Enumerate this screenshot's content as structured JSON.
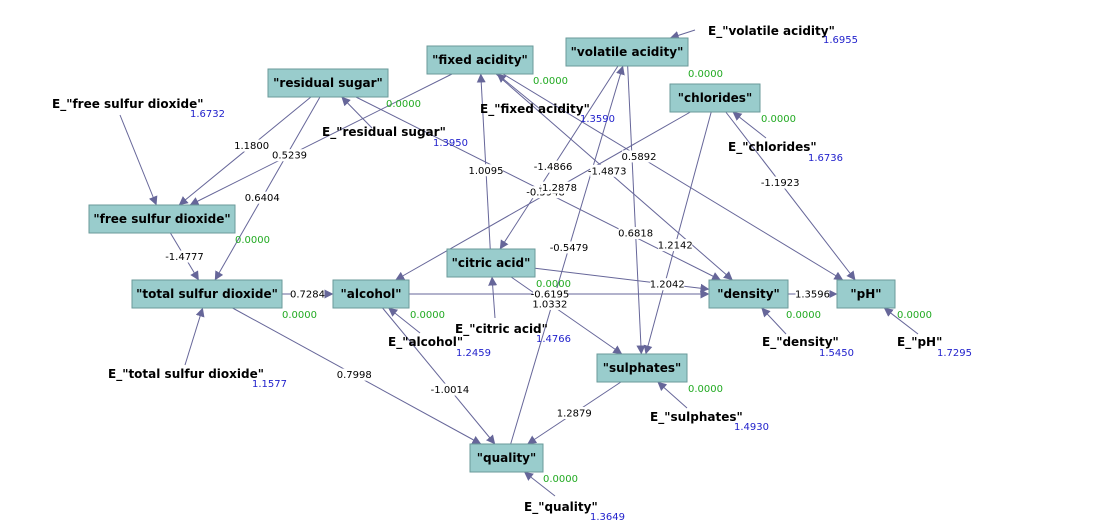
{
  "colors": {
    "node_fill": "#99cccc",
    "edge": "#666699",
    "node_variance": "#22aa22",
    "error_variance": "#2222cc"
  },
  "nodes": [
    {
      "id": "fixed_acidity",
      "label": "\"fixed acidity\"",
      "variance": "0.0000"
    },
    {
      "id": "volatile_acidity",
      "label": "\"volatile acidity\"",
      "variance": "0.0000"
    },
    {
      "id": "residual_sugar",
      "label": "\"residual sugar\"",
      "variance": "0.0000"
    },
    {
      "id": "chlorides",
      "label": "\"chlorides\"",
      "variance": "0.0000"
    },
    {
      "id": "free_so2",
      "label": "\"free sulfur dioxide\"",
      "variance": "0.0000"
    },
    {
      "id": "citric_acid",
      "label": "\"citric acid\"",
      "variance": "0.0000"
    },
    {
      "id": "total_so2",
      "label": "\"total sulfur dioxide\"",
      "variance": "0.0000"
    },
    {
      "id": "alcohol",
      "label": "\"alcohol\"",
      "variance": "0.0000"
    },
    {
      "id": "density",
      "label": "\"density\"",
      "variance": "0.0000"
    },
    {
      "id": "ph",
      "label": "\"pH\"",
      "variance": "0.0000"
    },
    {
      "id": "sulphates",
      "label": "\"sulphates\"",
      "variance": "0.0000"
    },
    {
      "id": "quality",
      "label": "\"quality\"",
      "variance": "0.0000"
    }
  ],
  "errors": [
    {
      "target": "volatile_acidity",
      "label": "E_\"volatile acidity\"",
      "variance": "1.6955"
    },
    {
      "target": "free_so2",
      "label": "E_\"free sulfur dioxide\"",
      "variance": "1.6732"
    },
    {
      "target": "fixed_acidity",
      "label": "E_\"fixed acidity\"",
      "variance": "1.3590"
    },
    {
      "target": "residual_sugar",
      "label": "E_\"residual sugar\"",
      "variance": "1.3950"
    },
    {
      "target": "chlorides",
      "label": "E_\"chlorides\"",
      "variance": "1.6736"
    },
    {
      "target": "total_so2",
      "label": "E_\"total sulfur dioxide\"",
      "variance": "1.1577"
    },
    {
      "target": "citric_acid",
      "label": "E_\"citric acid\"",
      "variance": "1.4766"
    },
    {
      "target": "alcohol",
      "label": "E_\"alcohol\"",
      "variance": "1.2459"
    },
    {
      "target": "density",
      "label": "E_\"density\"",
      "variance": "1.5450"
    },
    {
      "target": "ph",
      "label": "E_\"pH\"",
      "variance": "1.7295"
    },
    {
      "target": "sulphates",
      "label": "E_\"sulphates\"",
      "variance": "1.4930"
    },
    {
      "target": "quality",
      "label": "E_\"quality\"",
      "variance": "1.3649"
    }
  ],
  "edges": [
    {
      "from": "residual_sugar",
      "to": "free_so2",
      "coef": "1.1800"
    },
    {
      "from": "fixed_acidity",
      "to": "free_so2",
      "coef": "0.5239"
    },
    {
      "from": "residual_sugar",
      "to": "total_so2",
      "coef": "0.6404"
    },
    {
      "from": "free_so2",
      "to": "total_so2",
      "coef": "-1.4777"
    },
    {
      "from": "citric_acid",
      "to": "fixed_acidity",
      "coef": "1.0095"
    },
    {
      "from": "volatile_acidity",
      "to": "citric_acid",
      "coef": "-1.4866"
    },
    {
      "from": "residual_sugar",
      "to": "density",
      "coef": "-0.5948"
    },
    {
      "from": "chlorides",
      "to": "alcohol",
      "coef": "-1.2878"
    },
    {
      "from": "volatile_acidity",
      "to": "sulphates",
      "coef": "0.6818"
    },
    {
      "from": "fixed_acidity",
      "to": "density",
      "coef": "-1.4873"
    },
    {
      "from": "fixed_acidity",
      "to": "ph",
      "coef": "0.5892"
    },
    {
      "from": "chlorides",
      "to": "ph",
      "coef": "-1.1923"
    },
    {
      "from": "chlorides",
      "to": "sulphates",
      "coef": "1.2142"
    },
    {
      "from": "citric_acid",
      "to": "density",
      "coef": "1.2042"
    },
    {
      "from": "density",
      "to": "ph",
      "coef": "1.3596"
    },
    {
      "from": "total_so2",
      "to": "alcohol",
      "coef": "0.7284"
    },
    {
      "from": "alcohol",
      "to": "density",
      "coef": "-0.6195"
    },
    {
      "from": "quality",
      "to": "volatile_acidity",
      "coef": "-0.5479"
    },
    {
      "from": "citric_acid",
      "to": "sulphates",
      "coef": "1.0332"
    },
    {
      "from": "total_so2",
      "to": "quality",
      "coef": "0.7998"
    },
    {
      "from": "alcohol",
      "to": "quality",
      "coef": "-1.0014"
    },
    {
      "from": "sulphates",
      "to": "quality",
      "coef": "1.2879"
    }
  ]
}
